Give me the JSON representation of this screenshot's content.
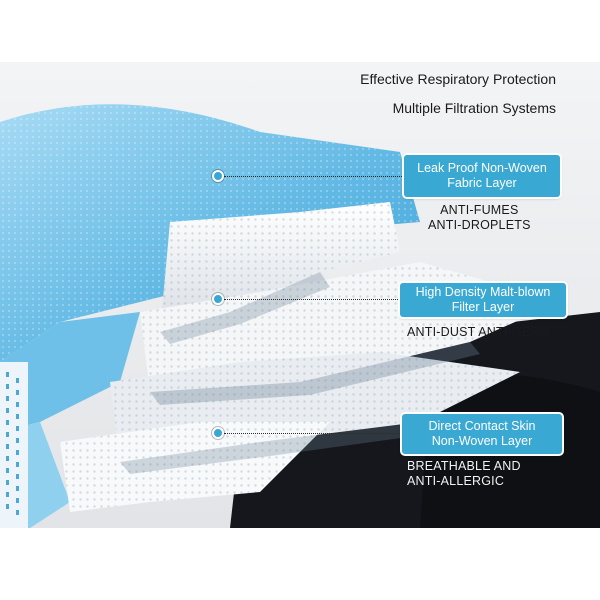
{
  "headline": {
    "line1": "Effective Respiratory Protection",
    "line2": "Multiple Filtration Systems"
  },
  "layers": [
    {
      "callout_lines": [
        "Leak Proof Non-Woven",
        "Fabric Layer"
      ],
      "benefit_lines": [
        "ANTI-FUMES",
        "ANTI-DROPLETS"
      ]
    },
    {
      "callout_lines": [
        "High Density Malt-blown",
        "Filter Layer"
      ],
      "benefit_lines": [
        "ANTI-DUST ANTI-GERM"
      ]
    },
    {
      "callout_lines": [
        "Direct Contact Skin",
        "Non-Woven Layer"
      ],
      "benefit_lines": [
        "BREATHABLE AND",
        "ANTI-ALLERGIC"
      ]
    }
  ],
  "colors": {
    "callout_fill": "#39a8d3",
    "mask_blue": "#7cc6ea",
    "mask_white": "#f4f6f8",
    "backdrop": "#15171c"
  }
}
